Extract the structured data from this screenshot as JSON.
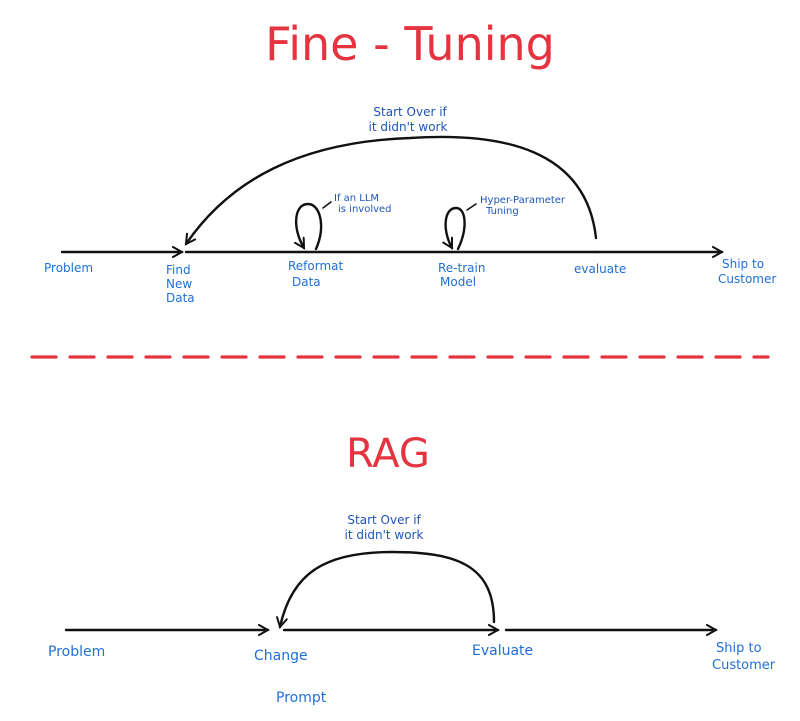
{
  "fine_tuning": {
    "title": "Fine - Tuning",
    "loop_note": [
      "Start Over if",
      "it didn't work"
    ],
    "self_loop_notes": {
      "reformat": [
        "If an LLM",
        "is involved"
      ],
      "retrain": [
        "Hyper-Parameter",
        "Tuning"
      ]
    },
    "steps": [
      [
        "Problem"
      ],
      [
        "Find",
        "New",
        "Data"
      ],
      [
        "Reformat",
        "Data"
      ],
      [
        "Re-train",
        "Model"
      ],
      [
        "evaluate"
      ],
      [
        "Ship to",
        "Customer"
      ]
    ]
  },
  "rag": {
    "title": "RAG",
    "loop_note": [
      "Start Over if",
      "it didn't work"
    ],
    "steps": [
      [
        "Problem"
      ],
      [
        "Change"
      ],
      [
        "Prompt"
      ],
      [
        "Evaluate"
      ],
      [
        "Ship to",
        "Customer"
      ]
    ]
  },
  "colors": {
    "title": "#e5333f",
    "labels": "#1f6fd6",
    "lines": "#111111",
    "separator": "#e5333f"
  }
}
